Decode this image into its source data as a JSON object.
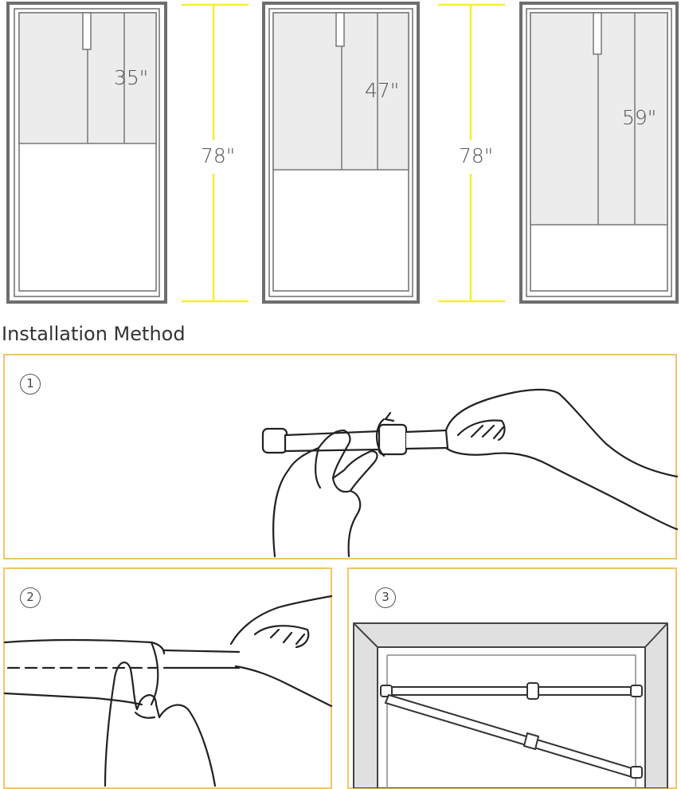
{
  "windows": [
    {
      "drop_label": "35\""
    },
    {
      "drop_label": "47\""
    },
    {
      "drop_label": "59\""
    }
  ],
  "height_labels": [
    "78\"",
    "78\""
  ],
  "section_title": "Installation Method",
  "steps": [
    "1",
    "2",
    "3"
  ],
  "colors": {
    "dimension_line": "#f5ef2e",
    "panel_border": "#f3c46a",
    "frame": "#777777",
    "curtain": "#ececec"
  }
}
